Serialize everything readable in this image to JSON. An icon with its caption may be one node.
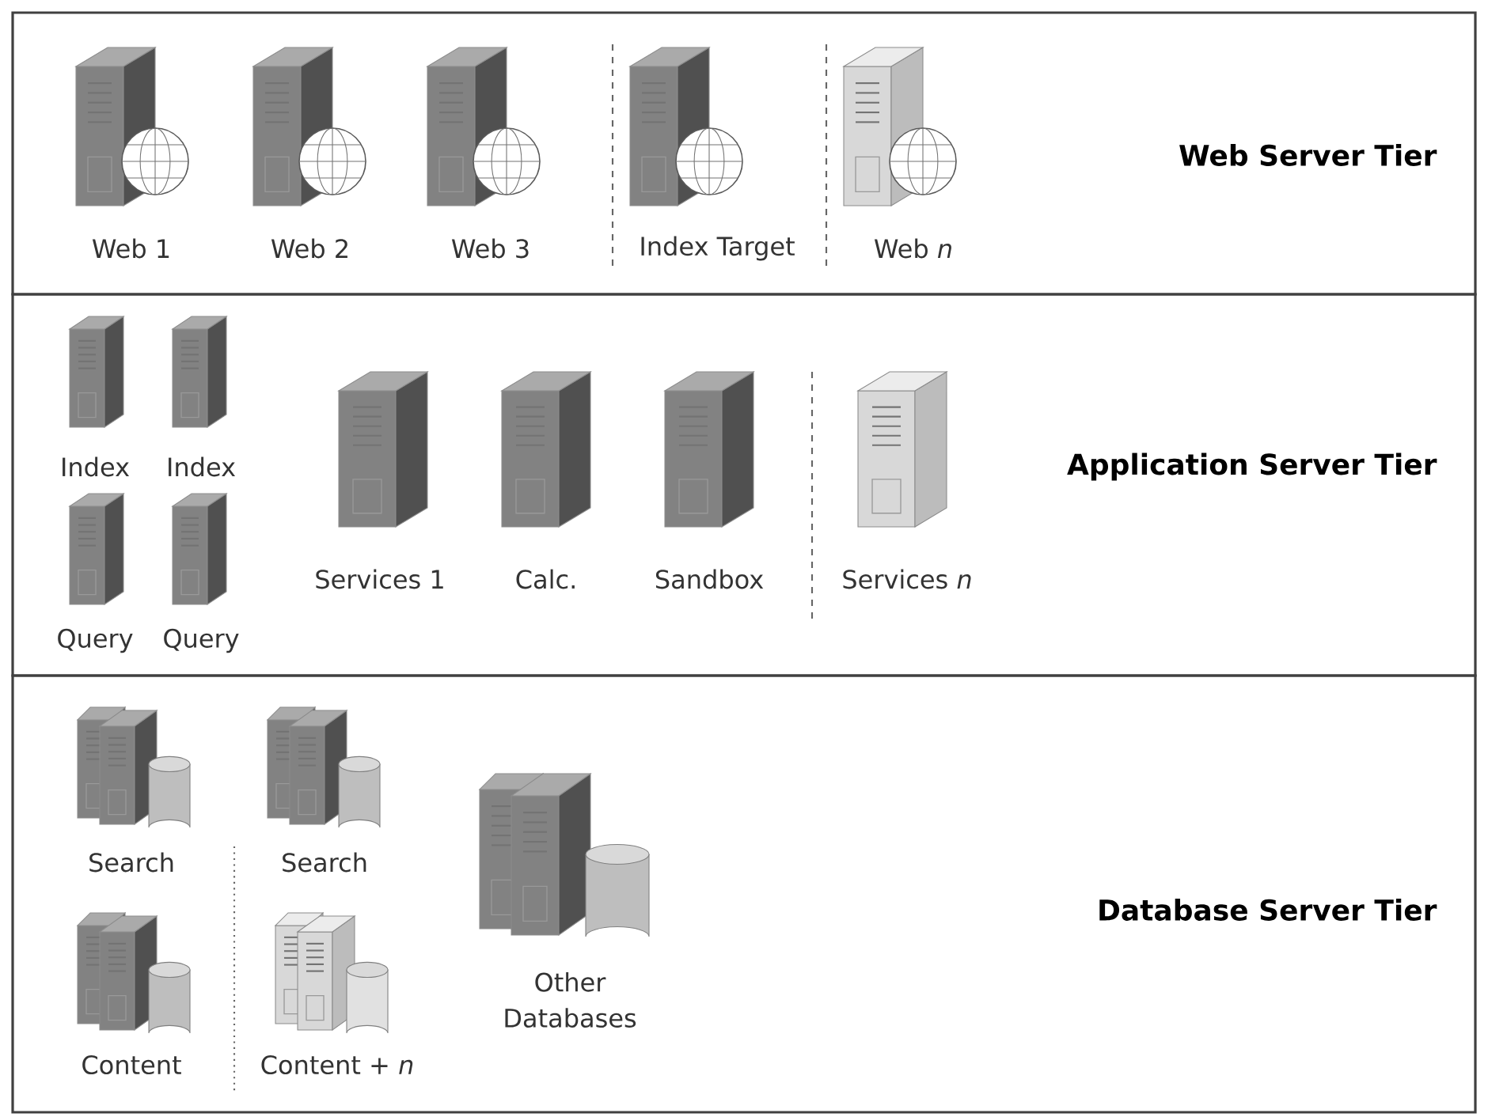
{
  "diagram": {
    "nodes": [
      {
        "text": [
          "Web Server Tier"
        ]
      },
      {
        "text": [
          "Web 1"
        ],
        "in": 0
      },
      {
        "text": [
          "Web 2"
        ],
        "in": 0
      },
      {
        "text": [
          "Web 3"
        ],
        "in": 0
      },
      {
        "text": [
          "Index Target"
        ],
        "in": 0
      },
      {
        "text": [
          "Web *n*"
        ],
        "in": 0
      },
      {
        "text": [
          "Application Server Tier"
        ]
      },
      {
        "text": [
          "Index"
        ],
        "in": 6
      },
      {
        "text": [
          "Index"
        ],
        "in": 6
      },
      {
        "text": [
          "Query"
        ],
        "in": 6
      },
      {
        "text": [
          "Query"
        ],
        "in": 6
      },
      {
        "text": [
          "Services 1"
        ],
        "in": 6
      },
      {
        "text": [
          "Calc."
        ],
        "in": 6
      },
      {
        "text": [
          "Sandbox"
        ],
        "in": 6
      },
      {
        "text": [
          "Services *n*"
        ],
        "in": 6
      },
      {
        "text": [
          "Database Server Tier"
        ]
      },
      {
        "text": [
          "Search"
        ],
        "in": 15
      },
      {
        "text": [
          "Search"
        ],
        "in": 15
      },
      {
        "text": [
          "Content"
        ],
        "in": 15
      },
      {
        "text": [
          "Content + *n*"
        ],
        "in": 15
      },
      {
        "text": [
          "Other Databases"
        ],
        "in": 15
      }
    ]
  }
}
